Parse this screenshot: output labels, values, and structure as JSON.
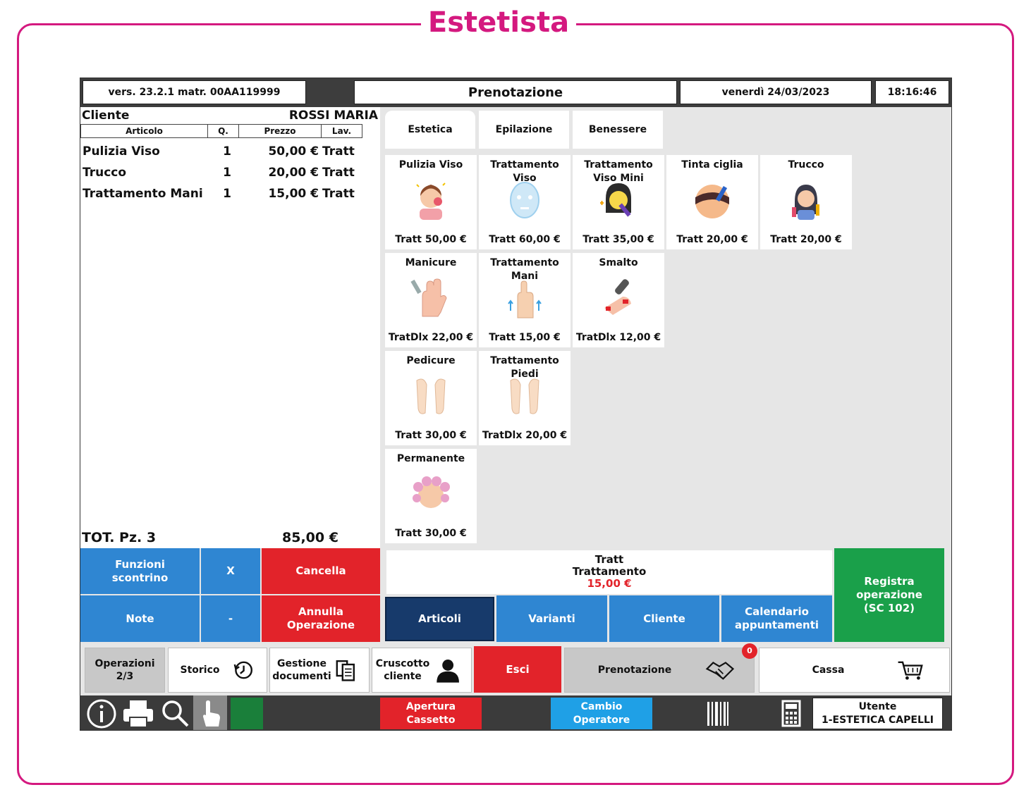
{
  "page_title": "Estetista",
  "topbar": {
    "version": "vers. 23.2.1 matr. 00AA119999",
    "title": "Prenotazione",
    "date": "venerdì 24/03/2023",
    "time": "18:16:46"
  },
  "receipt": {
    "client_label": "Cliente",
    "client_name": "ROSSI MARIA",
    "headers": [
      "Articolo",
      "Q.",
      "Prezzo",
      "Lav."
    ],
    "rows": [
      {
        "articolo": "Pulizia Viso",
        "q": "1",
        "prezzo": "50,00 €",
        "lav": "Tratt"
      },
      {
        "articolo": "Trucco",
        "q": "1",
        "prezzo": "20,00 €",
        "lav": "Tratt"
      },
      {
        "articolo": "Trattamento Mani",
        "q": "1",
        "prezzo": "15,00 €",
        "lav": "Tratt"
      }
    ],
    "total_label": "TOT. Pz. 3",
    "total_value": "85,00 €"
  },
  "tabs": [
    "Estetica",
    "Epilazione",
    "Benessere"
  ],
  "products": [
    {
      "name": "Pulizia Viso",
      "price": "Tratt 50,00 €",
      "icon": "face-cleansing-icon"
    },
    {
      "name": "Trattamento\nViso",
      "price": "Tratt 60,00 €",
      "icon": "face-mask-icon"
    },
    {
      "name": "Trattamento\nViso Mini",
      "price": "Tratt 35,00 €",
      "icon": "mini-face-treatment-icon"
    },
    {
      "name": "Tinta ciglia",
      "price": "Tratt 20,00 €",
      "icon": "eyelash-tint-icon"
    },
    {
      "name": "Trucco",
      "price": "Tratt 20,00 €",
      "icon": "makeup-icon"
    },
    {
      "name": "Manicure",
      "price": "TratDlx 22,00 €",
      "icon": "manicure-icon"
    },
    {
      "name": "Trattamento\nMani",
      "price": "Tratt 15,00 €",
      "icon": "hand-treatment-icon"
    },
    {
      "name": "Smalto",
      "price": "TratDlx 12,00 €",
      "icon": "nail-polish-icon"
    },
    {
      "name": "Pedicure",
      "price": "Tratt 30,00 €",
      "icon": "pedicure-icon"
    },
    {
      "name": "Trattamento\nPiedi",
      "price": "TratDlx 20,00 €",
      "icon": "feet-treatment-icon"
    },
    {
      "name": "Permanente",
      "price": "Tratt 30,00 €",
      "icon": "hair-perm-icon"
    }
  ],
  "left_buttons": {
    "funzioni": "Funzioni\nscontrino",
    "x": "X",
    "cancella": "Cancella",
    "note": "Note",
    "minus": "-",
    "annulla": "Annulla\nOperazione"
  },
  "info": {
    "line1": "Tratt",
    "line2": "Trattamento",
    "line3": "15,00 €"
  },
  "nav_buttons": [
    "Articoli",
    "Varianti",
    "Cliente",
    "Calendario\nappuntamenti"
  ],
  "registra": "Registra\noperazione\n(SC 102)",
  "tools": {
    "operazioni": "Operazioni\n2/3",
    "storico": "Storico",
    "gestione": "Gestione\ndocumenti",
    "cruscotto": "Cruscotto\ncliente",
    "esci": "Esci",
    "prenotazione": "Prenotazione",
    "prenotazione_badge": "0",
    "cassa": "Cassa"
  },
  "statusbar": {
    "apertura": "Apertura\nCassetto",
    "cambio": "Cambio\nOperatore",
    "utente_label": "Utente",
    "utente_value": "1-ESTETICA CAPELLI"
  },
  "colors": {
    "brand_pink": "#d4197f",
    "blue": "#2f86d2",
    "red": "#e2232a",
    "green": "#1aa04a",
    "navy": "#173a6b"
  }
}
